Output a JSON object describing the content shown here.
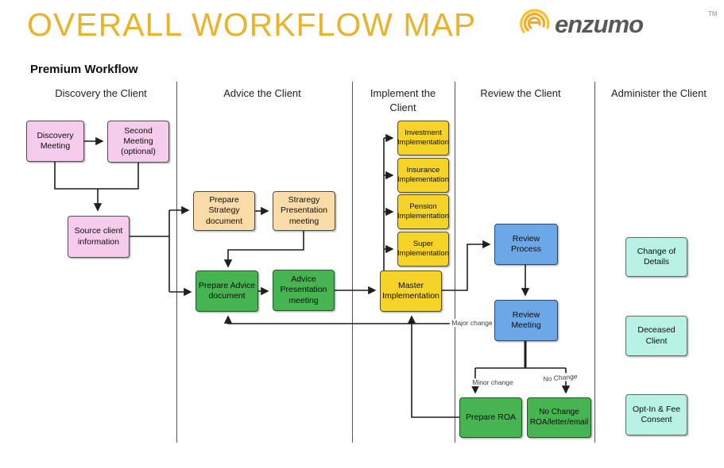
{
  "title": "OVERALL WORKFLOW MAP",
  "subtitle": "Premium Workflow",
  "logo": {
    "wordmark": "enzumo",
    "trademark": "TM"
  },
  "columns": [
    {
      "label": "Discovery the Client"
    },
    {
      "label": "Advice the Client"
    },
    {
      "label": "Implement the Client"
    },
    {
      "label": "Review the Client"
    },
    {
      "label": "Administer the Client"
    }
  ],
  "nodes": {
    "discovery_meeting": {
      "label": "Discovery Meeting",
      "color": "pink"
    },
    "second_meeting": {
      "label": "Second Meeting (optional)",
      "color": "pink"
    },
    "source_client": {
      "label": "Source client information",
      "color": "pink"
    },
    "prepare_strategy": {
      "label": "Prepare Strategy document",
      "color": "orange"
    },
    "strategy_presentation": {
      "label": "Straregy Presentation meeting",
      "color": "orange"
    },
    "prepare_advice": {
      "label": "Prepare Advice document",
      "color": "green"
    },
    "advice_presentation": {
      "label": "Advice Presentation meeting",
      "color": "green"
    },
    "investment_impl": {
      "label": "Investment Implementation",
      "color": "yellow"
    },
    "insurance_impl": {
      "label": "Insurance Implementation",
      "color": "yellow"
    },
    "pension_impl": {
      "label": "Pension Implementation",
      "color": "yellow"
    },
    "super_impl": {
      "label": "Super Implementation",
      "color": "yellow"
    },
    "master_impl": {
      "label": "Master Implementation",
      "color": "yellow"
    },
    "review_process": {
      "label": "Review Process",
      "color": "blue"
    },
    "review_meeting": {
      "label": "Review Meeting",
      "color": "blue"
    },
    "prepare_roa": {
      "label": "Prepare ROA",
      "color": "green"
    },
    "no_change_roa": {
      "label": "No Change ROA/letter/email",
      "color": "green"
    },
    "change_of_details": {
      "label": "Change of Details",
      "color": "teal"
    },
    "deceased_client": {
      "label": "Deceased Client",
      "color": "teal"
    },
    "opt_in_fee_consent": {
      "label": "Opt-In & Fee Consent",
      "color": "teal"
    }
  },
  "edge_labels": {
    "major": "Major change",
    "minor": "Minor change",
    "none": "No Change"
  },
  "colors": {
    "title_gold": "#E9B42C",
    "pink": "#F6CCEC",
    "orange": "#FBDCA8",
    "green": "#46B450",
    "yellow": "#F6D327",
    "blue": "#6CA7E8",
    "teal": "#B8F2E4",
    "logo_gray": "#58595B",
    "logo_gold": "#F5A800",
    "wire": "#1f1f1f"
  }
}
